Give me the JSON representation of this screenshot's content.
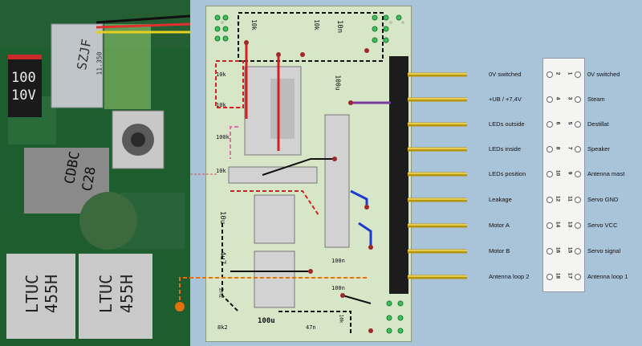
{
  "photo": {
    "components": [
      {
        "text": "100",
        "sub": "10V"
      },
      {
        "text": "SZJF"
      },
      {
        "text": "11.350"
      },
      {
        "text": "CDBC",
        "sub": "C28"
      },
      {
        "text": "LTUC",
        "sub": "455H"
      },
      {
        "text": "LTUC",
        "sub": "455H"
      }
    ]
  },
  "board": {
    "parts": [
      {
        "name": "r-10k-top-left",
        "text": "10k"
      },
      {
        "name": "r-10k-top-right",
        "text": "10k"
      },
      {
        "name": "cap-10n-top",
        "text": "10n"
      },
      {
        "name": "r-10k-a",
        "text": "10k"
      },
      {
        "name": "r-10k-b",
        "text": "10k"
      },
      {
        "name": "r-100k",
        "text": "100k"
      },
      {
        "name": "r-10k-c",
        "text": "10k"
      },
      {
        "name": "cap-100u-top",
        "text": "100u"
      },
      {
        "name": "cap-10u",
        "text": "10u"
      },
      {
        "name": "cap-4u7",
        "text": "4u7"
      },
      {
        "name": "cap-2n2",
        "text": "2n2"
      },
      {
        "name": "cap-100n-a",
        "text": "100n"
      },
      {
        "name": "cap-100n-b",
        "text": "100n"
      },
      {
        "name": "r-8k2",
        "text": "8k2"
      },
      {
        "name": "cap-100u-bottom",
        "text": "100u"
      },
      {
        "name": "cap-47n",
        "text": "47n"
      },
      {
        "name": "r-10k-bottom",
        "text": "10k"
      }
    ]
  },
  "pins_left": [
    "0V switched",
    "+UB / +7,4V",
    "LEDs outside",
    "LEDs inside",
    "LEDs position",
    "Leakage",
    "Motor A",
    "Motor B",
    "Antenna loop 2"
  ],
  "pins_right": [
    "0V switched",
    "Steam",
    "Destillat",
    "Speaker",
    "Antenna mast",
    "Servo GND",
    "Servo VCC",
    "Servo signal",
    "Antenna loop 1"
  ],
  "pin_numbers_left": [
    "2",
    "4",
    "6",
    "8",
    "10",
    "12",
    "14",
    "16",
    "18"
  ],
  "pin_numbers_right": [
    "1",
    "3",
    "5",
    "7",
    "9",
    "11",
    "13",
    "15",
    "17"
  ]
}
